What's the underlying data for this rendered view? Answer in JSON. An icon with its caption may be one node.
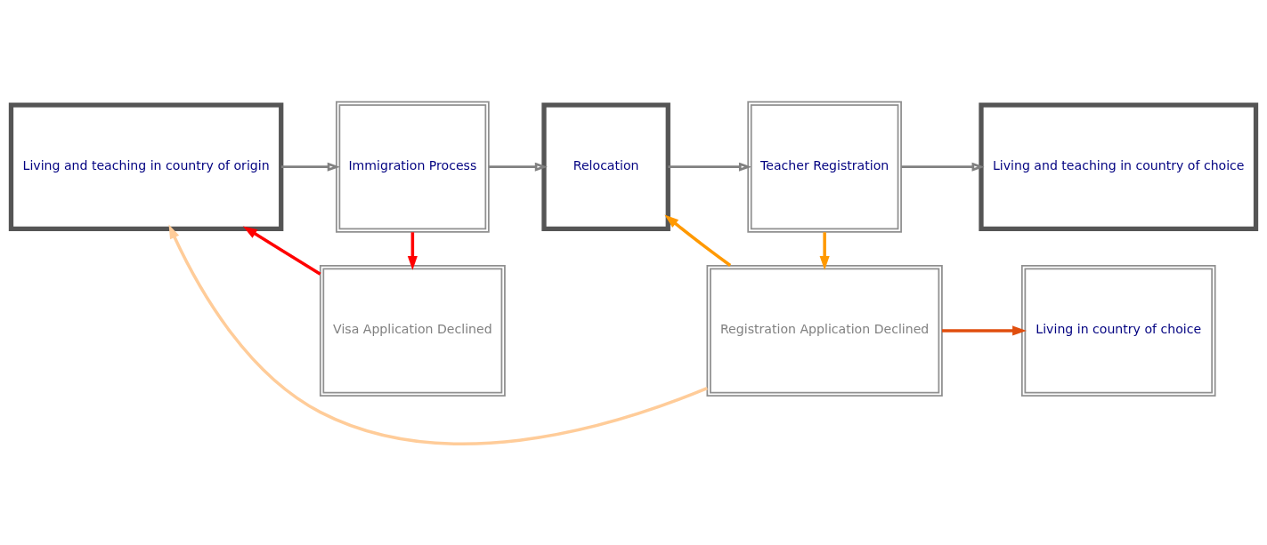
{
  "diagram": {
    "nodes": [
      {
        "text": [
          "Living and teaching in country of origin"
        ]
      },
      {
        "text": [
          "Immigration Process"
        ]
      },
      {
        "text": [
          "Relocation"
        ]
      },
      {
        "text": [
          "Teacher Registration"
        ]
      },
      {
        "text": [
          "Living and teaching in country of choice"
        ]
      },
      {
        "text": [
          "Visa Application Declined"
        ]
      },
      {
        "text": [
          "Registration Application Declined"
        ]
      },
      {
        "text": [
          "Living in country of choice"
        ]
      }
    ],
    "edges": [
      {
        "from": 0,
        "to": 1,
        "arrow": "to"
      },
      {
        "from": 1,
        "to": 2,
        "arrow": "to"
      },
      {
        "from": 2,
        "to": 3,
        "arrow": "to"
      },
      {
        "from": 3,
        "to": 4,
        "arrow": "to"
      },
      {
        "from": 1,
        "to": 5,
        "arrow": "to",
        "color": "#ff0000"
      },
      {
        "from": 5,
        "to": 0,
        "arrow": "to",
        "color": "#ff0000"
      },
      {
        "from": 3,
        "to": 6,
        "arrow": "to",
        "color": "#ff9900"
      },
      {
        "from": 6,
        "to": 2,
        "arrow": "to",
        "color": "#ff9900"
      },
      {
        "from": 6,
        "to": 7,
        "arrow": "to",
        "color": "#e04e0e"
      },
      {
        "from": 6,
        "to": 0,
        "arrow": "to",
        "color": "#ffcc99"
      }
    ]
  }
}
